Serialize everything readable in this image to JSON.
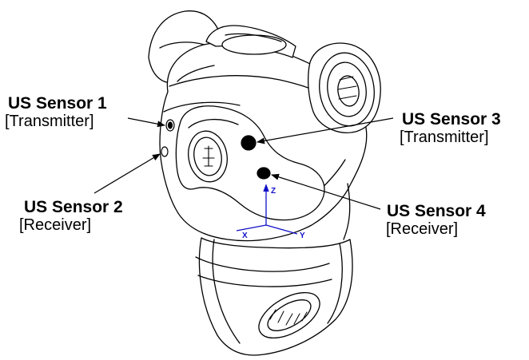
{
  "sensors": [
    {
      "name": "US Sensor 1",
      "role": "[Transmitter]"
    },
    {
      "name": "US Sensor 2",
      "role": "[Receiver]"
    },
    {
      "name": "US Sensor 3",
      "role": "[Transmitter]"
    },
    {
      "name": "US Sensor 4",
      "role": "[Receiver]"
    }
  ],
  "axes": {
    "x": "X",
    "y": "Y",
    "z": "Z",
    "color": "#1010c8"
  },
  "colors": {
    "line": "#000000",
    "background": "#ffffff"
  }
}
